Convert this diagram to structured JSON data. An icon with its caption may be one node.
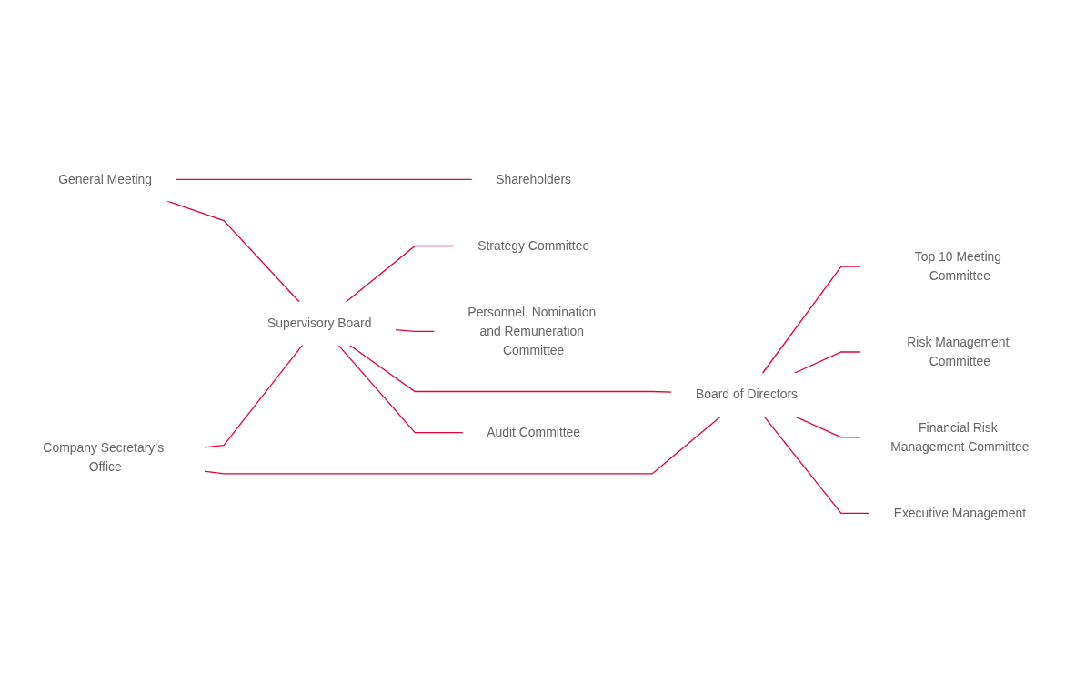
{
  "diagram": {
    "nodes": [
      {
        "text": [
          "General Meeting"
        ]
      },
      {
        "text": [
          "Shareholders"
        ]
      },
      {
        "text": [
          "Supervisory Board"
        ]
      },
      {
        "text": [
          "Strategy Committee"
        ]
      },
      {
        "text": [
          "Personnel, Nomination and Remuneration Committee"
        ]
      },
      {
        "text": [
          "Company Secretary’s Office"
        ]
      },
      {
        "text": [
          "Audit Committee"
        ]
      },
      {
        "text": [
          "Board of Directors"
        ]
      },
      {
        "text": [
          "Top 10 Meeting Committee"
        ]
      },
      {
        "text": [
          "Risk Management Committee"
        ]
      },
      {
        "text": [
          "Financial Risk Management Committee"
        ]
      },
      {
        "text": [
          "Executive Management"
        ]
      }
    ],
    "edges": [
      {
        "from": 0,
        "to": 1,
        "arrow": "none"
      },
      {
        "from": 0,
        "to": 2,
        "arrow": "none"
      },
      {
        "from": 2,
        "to": 3,
        "arrow": "none"
      },
      {
        "from": 2,
        "to": 4,
        "arrow": "none"
      },
      {
        "from": 5,
        "to": 2,
        "arrow": "none"
      },
      {
        "from": 5,
        "to": 7,
        "arrow": "none"
      },
      {
        "from": 2,
        "to": 7,
        "arrow": "none"
      },
      {
        "from": 2,
        "to": 6,
        "arrow": "none"
      },
      {
        "from": 7,
        "to": 8,
        "arrow": "none"
      },
      {
        "from": 7,
        "to": 9,
        "arrow": "none"
      },
      {
        "from": 7,
        "to": 10,
        "arrow": "none"
      },
      {
        "from": 7,
        "to": 11,
        "arrow": "none"
      }
    ]
  }
}
